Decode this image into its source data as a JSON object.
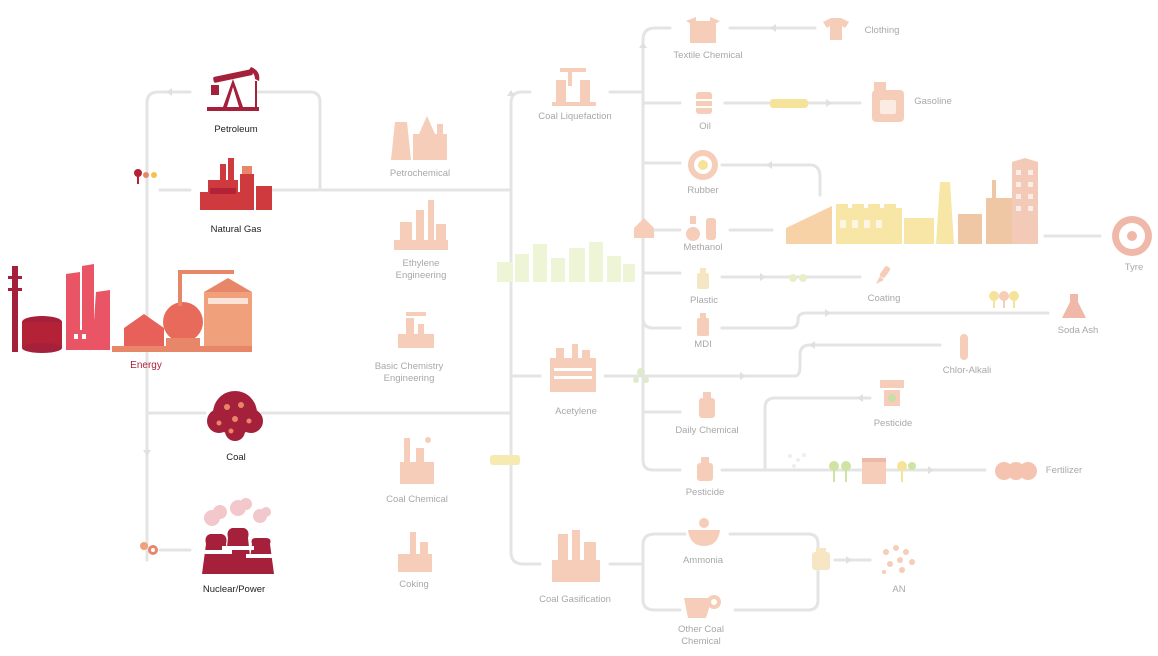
{
  "colors": {
    "line": "#e4e4e4",
    "energy_dark": "#a5203a",
    "energy_red": "#cf3a3f",
    "energy_pink": "#ea5566",
    "energy_orange": "#e8866a",
    "peach": "#f7c8ad",
    "peach_dark": "#efb38f",
    "pale_yellow": "#f6e39a",
    "pale_green": "#e4efc2",
    "label_dark": "#222222",
    "label_light": "#a8a8a8"
  },
  "sources": {
    "petroleum": "Petroleum",
    "natural_gas": "Natural Gas",
    "energy": "Energy",
    "coal": "Coal",
    "nuclear_power": "Nuclear/Power"
  },
  "processes": {
    "petrochemical": "Petrochemical",
    "ethylene": "Ethylene\nEngineering",
    "basic_chemistry": "Basic Chemistry\nEngineering",
    "coal_chemical": "Coal Chemical",
    "coking": "Coking"
  },
  "intermediates": {
    "coal_liquefaction": "Coal Liquefaction",
    "acetylene": "Acetylene",
    "coal_gasification": "Coal Gasification"
  },
  "products": {
    "textile_chemical": "Textile Chemical",
    "oil": "Oil",
    "rubber": "Rubber",
    "methanol": "Methanol",
    "plastic": "Plastic",
    "mdi": "MDI",
    "daily_chemical": "Daily Chemical",
    "pesticide_mid": "Pesticide",
    "ammonia": "Ammonia",
    "other_coal_chemical": "Other Coal\nChemical"
  },
  "end_products": {
    "clothing": "Clothing",
    "gasoline": "Gasoline",
    "tyre": "Tyre",
    "coating": "Coating",
    "soda_ash": "Soda Ash",
    "chlor_alkali": "Chlor-Alkali",
    "pesticide_end": "Pesticide",
    "fertilizer": "Fertilizer",
    "an": "AN"
  }
}
